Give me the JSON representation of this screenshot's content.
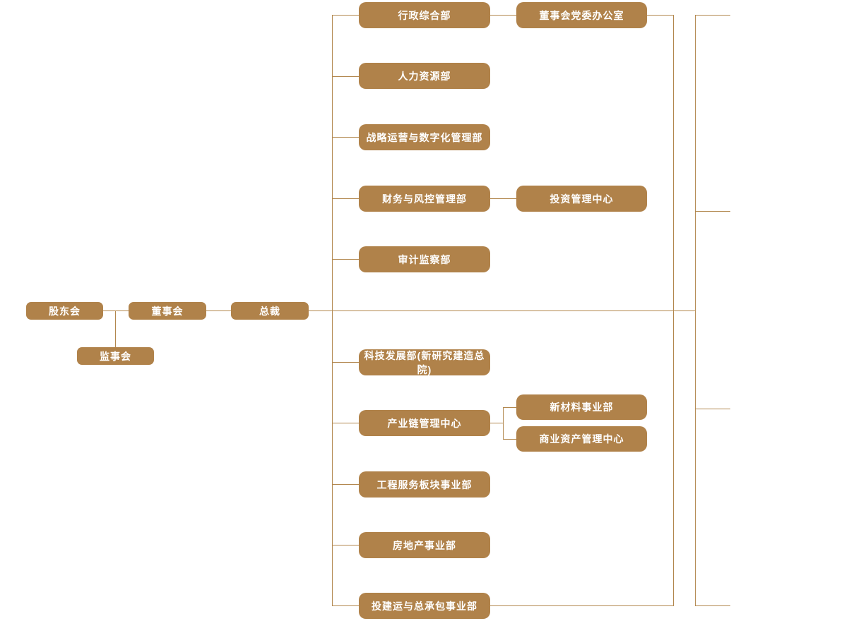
{
  "colors": {
    "node_fill": "#b0824a",
    "node_text": "#ffffff",
    "connector": "#b2874e",
    "background": "#ffffff"
  },
  "org": {
    "governance": {
      "shareholders": "股东会",
      "supervisory": "监事会",
      "board": "董事会",
      "president": "总裁"
    },
    "departments": {
      "admin": "行政综合部",
      "board_party_office": "董事会党委办公室",
      "hr": "人力资源部",
      "strategy_digital": "战略运营与数字化管理部",
      "finance_risk": "财务与风控管理部",
      "investment_center": "投资管理中心",
      "audit": "审计监察部",
      "tech_dev": "科技发展部(新研究建造总院)",
      "industry_chain": "产业链管理中心",
      "new_materials": "新材料事业部",
      "commercial_assets": "商业资产管理中心",
      "engineering_services": "工程服务板块事业部",
      "real_estate": "房地产事业部",
      "invest_build_epc": "投建运与总承包事业部"
    }
  }
}
